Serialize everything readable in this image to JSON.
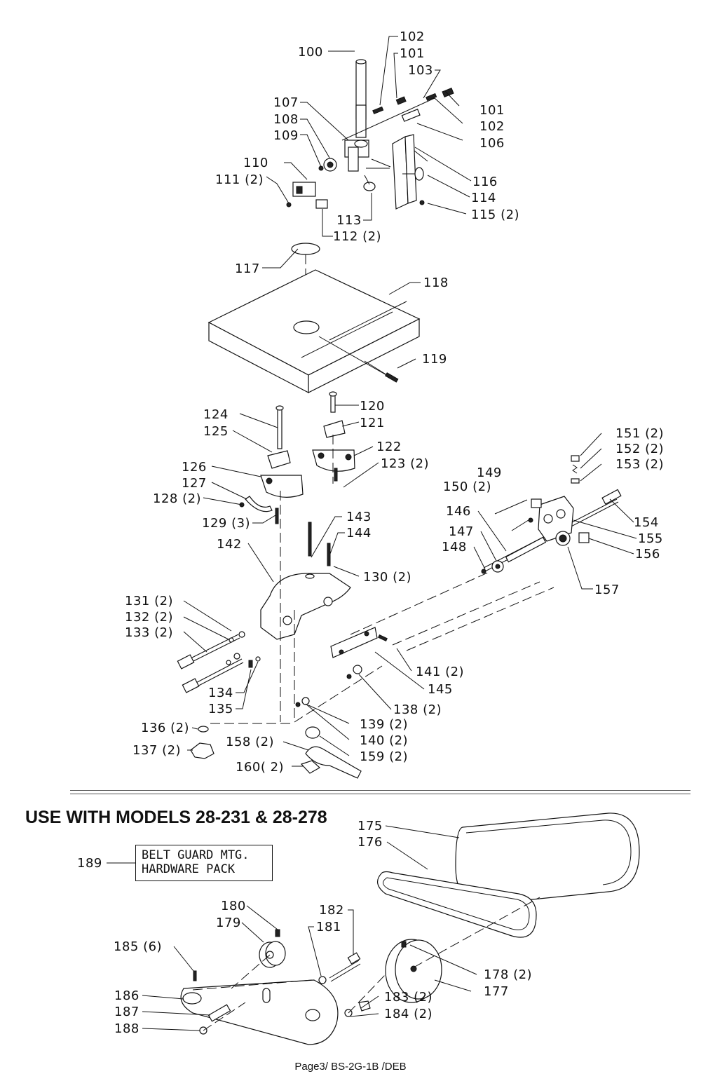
{
  "models_heading": "USE WITH MODELS 28-231 &  28-278",
  "hardware_pack": {
    "number": "189",
    "line1": "BELT GUARD MTG.",
    "line2": "HARDWARE PACK"
  },
  "footer": "Page3/ BS-2G-1B /DEB",
  "callouts": [
    {
      "id": "c100",
      "text": "100"
    },
    {
      "id": "c102a",
      "text": "102"
    },
    {
      "id": "c101a",
      "text": "101"
    },
    {
      "id": "c103",
      "text": "103"
    },
    {
      "id": "c101b",
      "text": "101"
    },
    {
      "id": "c102b",
      "text": "102"
    },
    {
      "id": "c106",
      "text": "106"
    },
    {
      "id": "c107",
      "text": "107"
    },
    {
      "id": "c108",
      "text": "108"
    },
    {
      "id": "c109",
      "text": "109"
    },
    {
      "id": "c110",
      "text": "110"
    },
    {
      "id": "c111",
      "text": "111 (2)"
    },
    {
      "id": "c112",
      "text": "112 (2)"
    },
    {
      "id": "c113",
      "text": "113"
    },
    {
      "id": "c114",
      "text": "114"
    },
    {
      "id": "c115",
      "text": "115 (2)"
    },
    {
      "id": "c116",
      "text": "116"
    },
    {
      "id": "c117",
      "text": "117"
    },
    {
      "id": "c118",
      "text": "118"
    },
    {
      "id": "c119",
      "text": "119"
    },
    {
      "id": "c120",
      "text": "120"
    },
    {
      "id": "c121",
      "text": "121"
    },
    {
      "id": "c122",
      "text": "122"
    },
    {
      "id": "c123",
      "text": "123 (2)"
    },
    {
      "id": "c124",
      "text": "124"
    },
    {
      "id": "c125",
      "text": "125"
    },
    {
      "id": "c126",
      "text": "126"
    },
    {
      "id": "c127",
      "text": "127"
    },
    {
      "id": "c128",
      "text": "128 (2)"
    },
    {
      "id": "c129",
      "text": "129 (3)"
    },
    {
      "id": "c130",
      "text": "130 (2)"
    },
    {
      "id": "c131",
      "text": "131 (2)"
    },
    {
      "id": "c132",
      "text": "132 (2)"
    },
    {
      "id": "c133",
      "text": "133 (2)"
    },
    {
      "id": "c134",
      "text": "134"
    },
    {
      "id": "c135",
      "text": "135"
    },
    {
      "id": "c136",
      "text": "136 (2)"
    },
    {
      "id": "c137",
      "text": "137 (2)"
    },
    {
      "id": "c138",
      "text": "138 (2)"
    },
    {
      "id": "c139",
      "text": "139 (2)"
    },
    {
      "id": "c140",
      "text": "140 (2)"
    },
    {
      "id": "c141",
      "text": "141 (2)"
    },
    {
      "id": "c142",
      "text": "142"
    },
    {
      "id": "c143",
      "text": "143"
    },
    {
      "id": "c144",
      "text": "144"
    },
    {
      "id": "c145",
      "text": "145"
    },
    {
      "id": "c146",
      "text": "146"
    },
    {
      "id": "c147",
      "text": "147"
    },
    {
      "id": "c148",
      "text": "148"
    },
    {
      "id": "c149",
      "text": "149"
    },
    {
      "id": "c150",
      "text": "150 (2)"
    },
    {
      "id": "c151",
      "text": "151 (2)"
    },
    {
      "id": "c152",
      "text": "152 (2)"
    },
    {
      "id": "c153",
      "text": "153 (2)"
    },
    {
      "id": "c154",
      "text": "154"
    },
    {
      "id": "c155",
      "text": "155"
    },
    {
      "id": "c156",
      "text": "156"
    },
    {
      "id": "c157",
      "text": "157"
    },
    {
      "id": "c158",
      "text": "158 (2)"
    },
    {
      "id": "c159",
      "text": "159 (2)"
    },
    {
      "id": "c160",
      "text": "160( 2)"
    },
    {
      "id": "c175",
      "text": "175"
    },
    {
      "id": "c176",
      "text": "176"
    },
    {
      "id": "c177",
      "text": "177"
    },
    {
      "id": "c178",
      "text": "178 (2)"
    },
    {
      "id": "c179",
      "text": "179"
    },
    {
      "id": "c180",
      "text": "180"
    },
    {
      "id": "c181",
      "text": "181"
    },
    {
      "id": "c182",
      "text": "182"
    },
    {
      "id": "c183",
      "text": "183 (2)"
    },
    {
      "id": "c184",
      "text": "184 (2)"
    },
    {
      "id": "c185",
      "text": "185 (6)"
    },
    {
      "id": "c186",
      "text": "186"
    },
    {
      "id": "c187",
      "text": "187"
    },
    {
      "id": "c188",
      "text": "188"
    }
  ]
}
